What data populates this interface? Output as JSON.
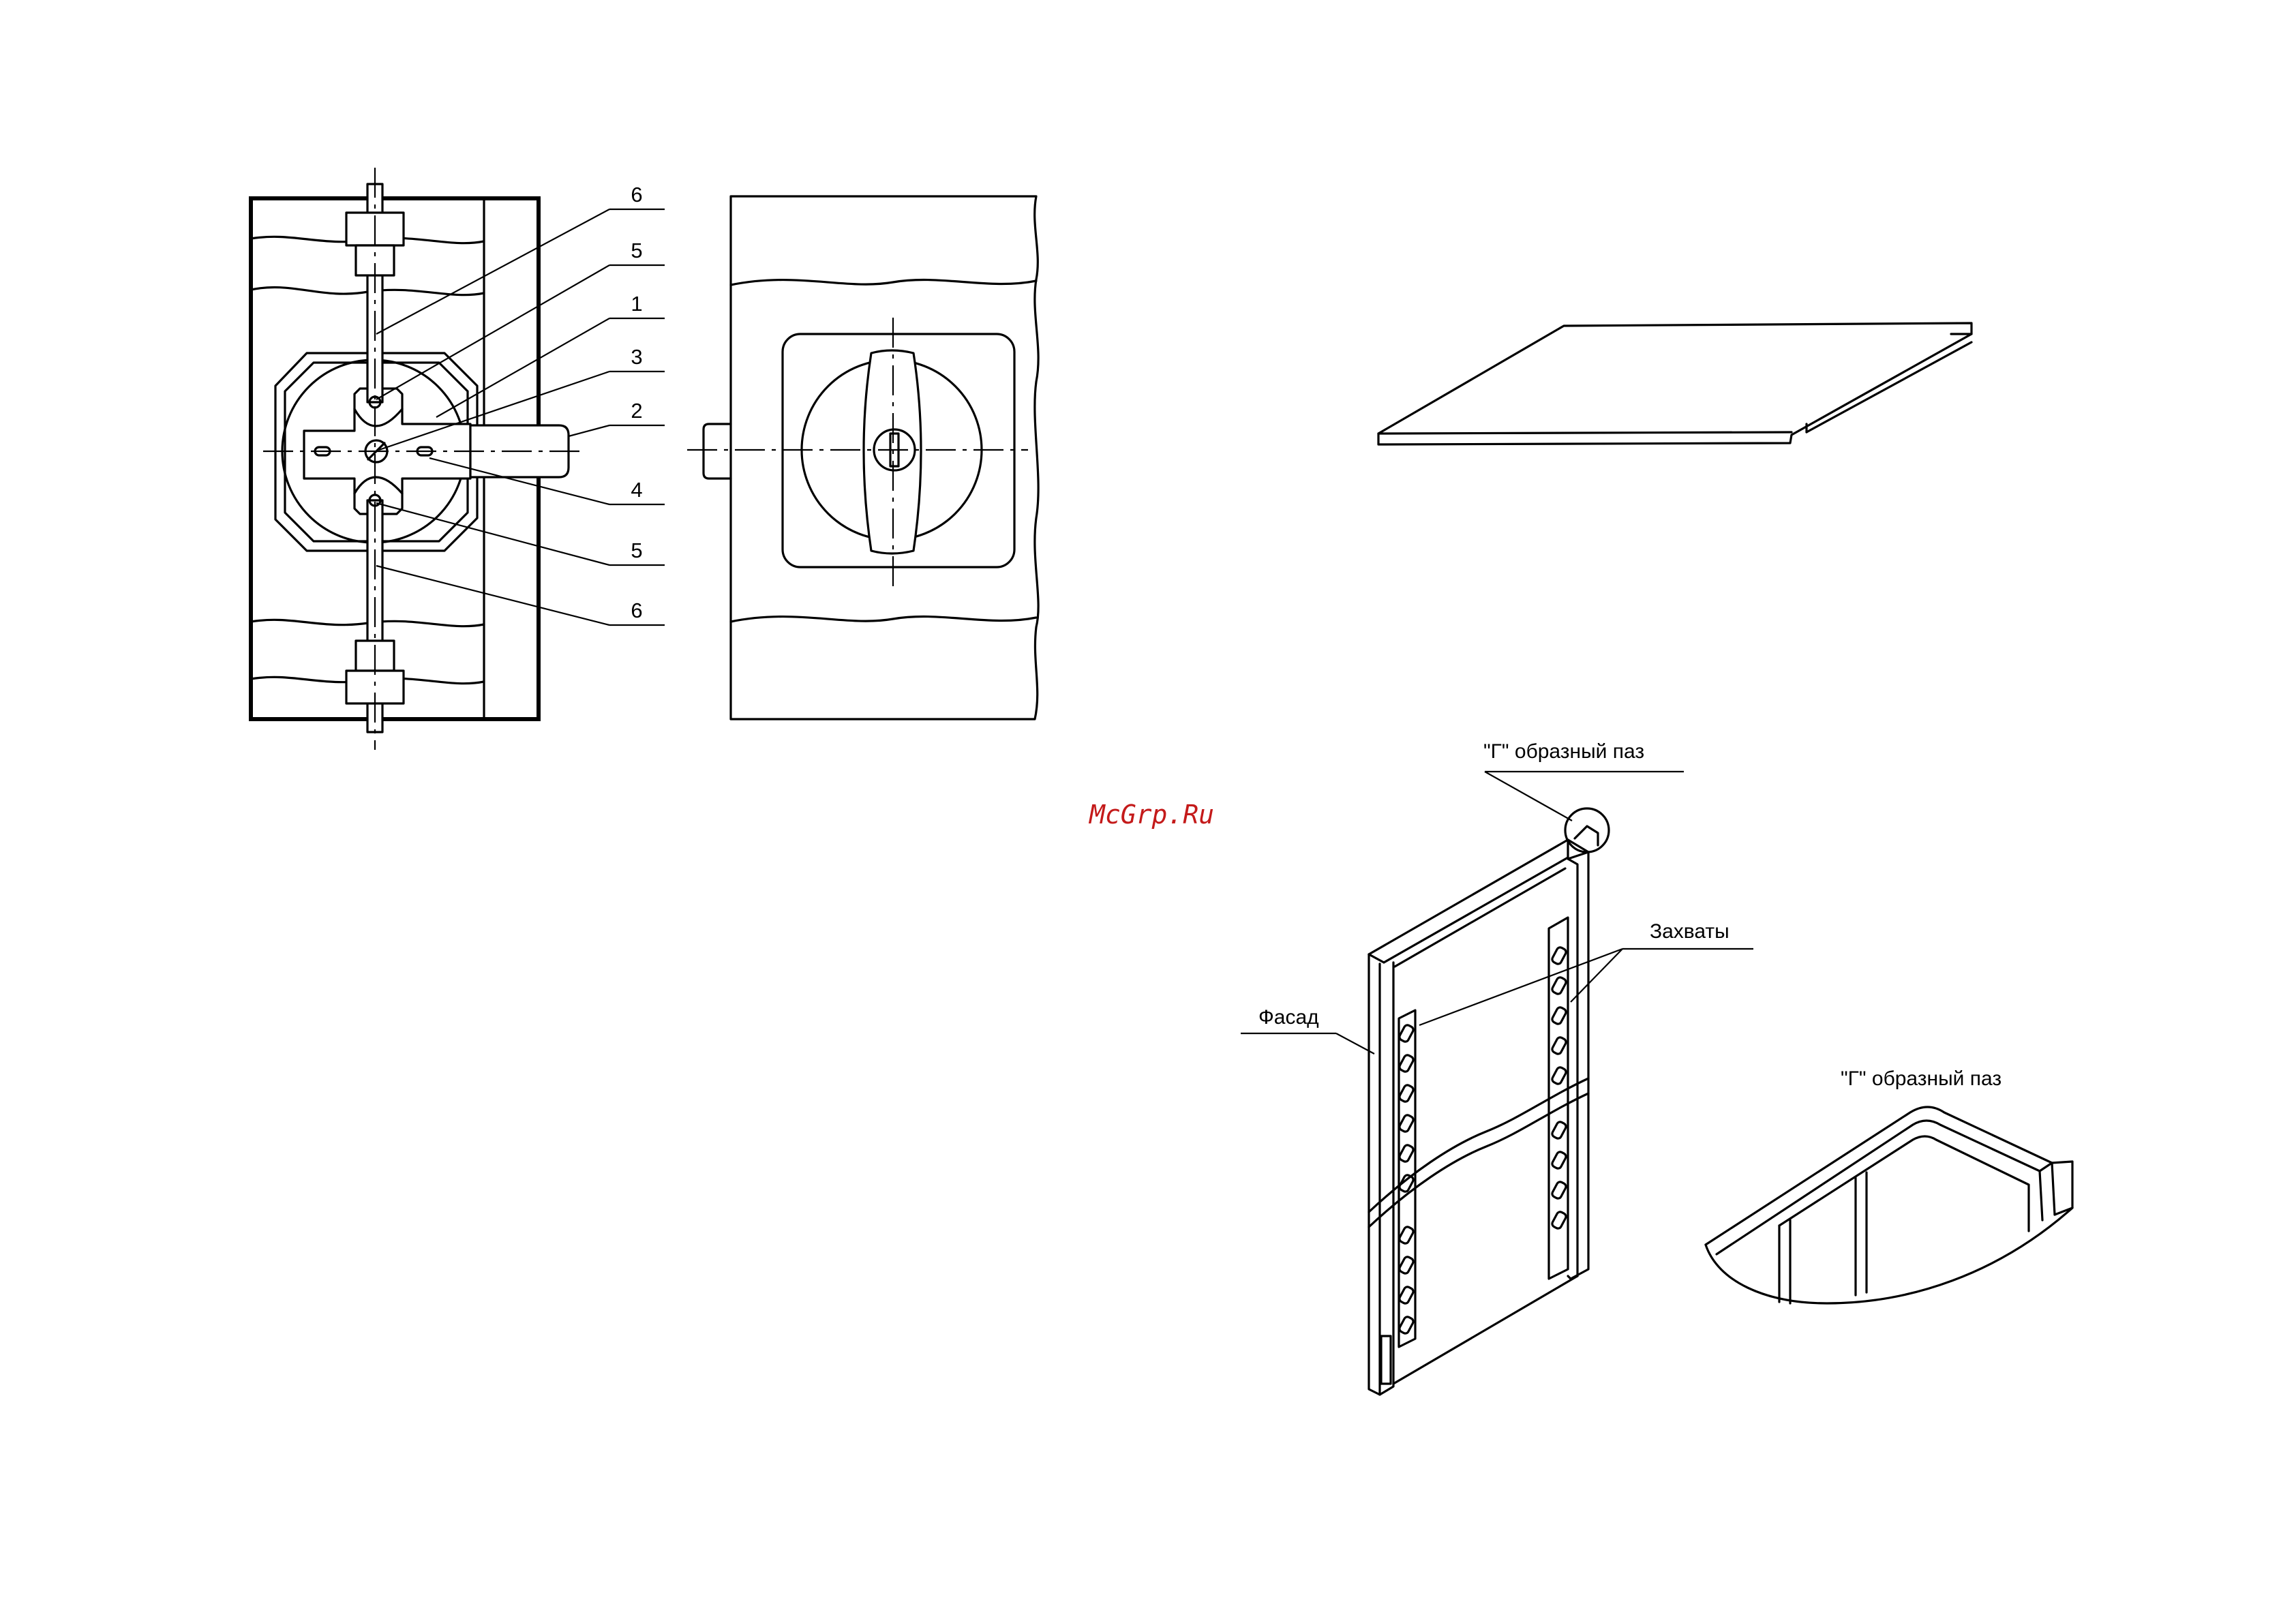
{
  "watermark": {
    "text": "McGrp.Ru",
    "color": "#c41a1a"
  },
  "callout_numbers": [
    "6",
    "5",
    "1",
    "3",
    "2",
    "4",
    "5",
    "6"
  ],
  "labels": {
    "g_slot_top": "\"Г\" образный паз",
    "grips": "Захваты",
    "facade": "Фасад",
    "g_slot_detail": "\"Г\" образный паз"
  }
}
